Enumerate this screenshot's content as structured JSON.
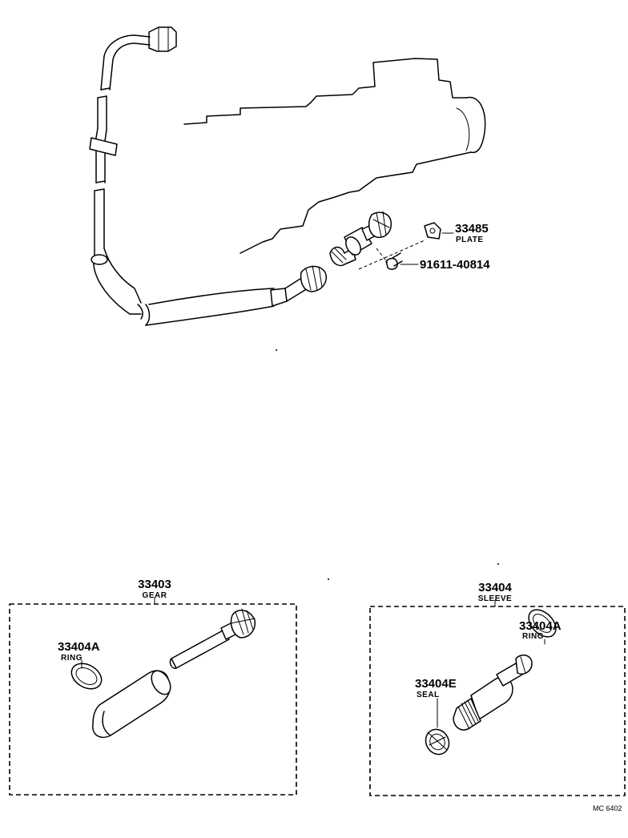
{
  "callouts": {
    "plate": {
      "number": "33485",
      "name": "PLATE"
    },
    "bolt": {
      "number": "91611-40814"
    },
    "gear": {
      "number": "33403",
      "name": "GEAR"
    },
    "gear_ring": {
      "number": "33404A",
      "name": "RING"
    },
    "sleeve": {
      "number": "33404",
      "name": "SLEEVE"
    },
    "sleeve_ring": {
      "number": "33404A",
      "name": "RING"
    },
    "sleeve_seal": {
      "number": "33404E",
      "name": "SEAL"
    }
  },
  "figure_code": "MC 6402"
}
